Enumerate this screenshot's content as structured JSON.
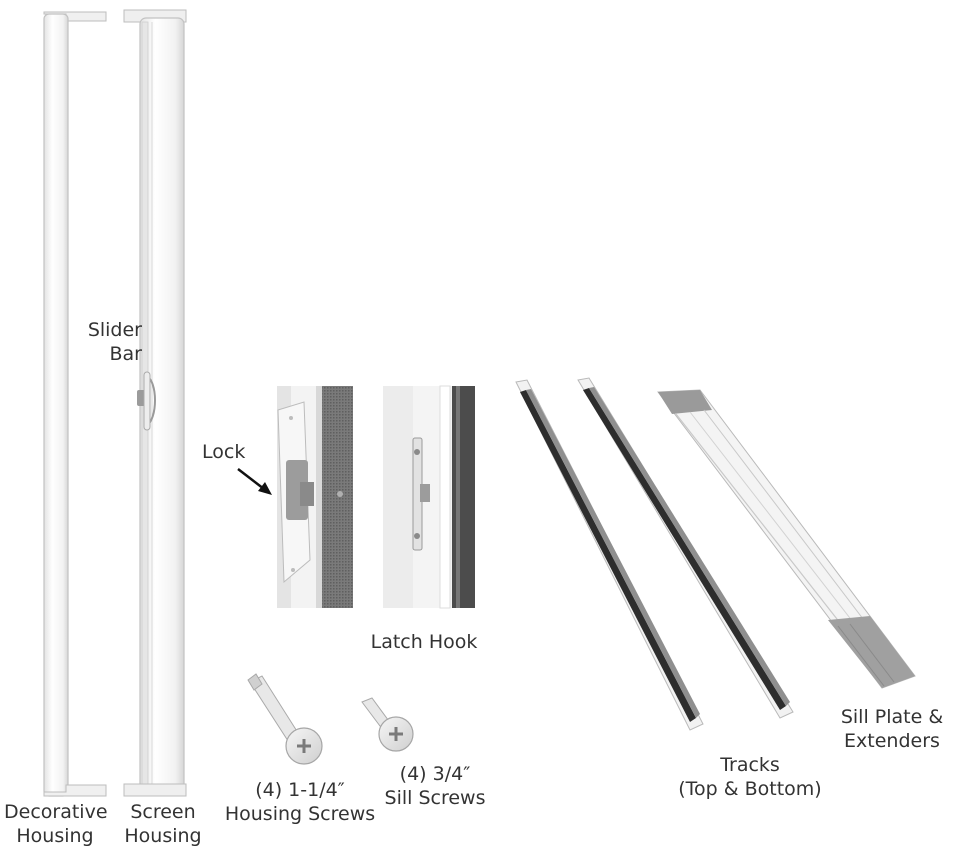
{
  "labels": {
    "decorative_housing": [
      "Decorative",
      "Housing"
    ],
    "screen_housing": [
      "Screen",
      "Housing"
    ],
    "slider_bar": [
      "Slider",
      "Bar"
    ],
    "lock": "Lock",
    "latch_hook": "Latch Hook",
    "housing_screws": [
      "(4) 1-1/4″",
      "Housing Screws"
    ],
    "sill_screws": [
      "(4) 3/4″",
      "Sill Screws"
    ],
    "tracks": [
      "Tracks",
      "(Top & Bottom)"
    ],
    "sill_plate": [
      "Sill Plate &",
      "Extenders"
    ]
  },
  "colors": {
    "housing": "#f4f4f4",
    "outline": "#c8c8c8",
    "mesh": "#6f6f6f",
    "plate": "#9a9a9a",
    "text": "#333333"
  },
  "icons": [
    "phillips-screw-icon",
    "arrow-icon"
  ]
}
